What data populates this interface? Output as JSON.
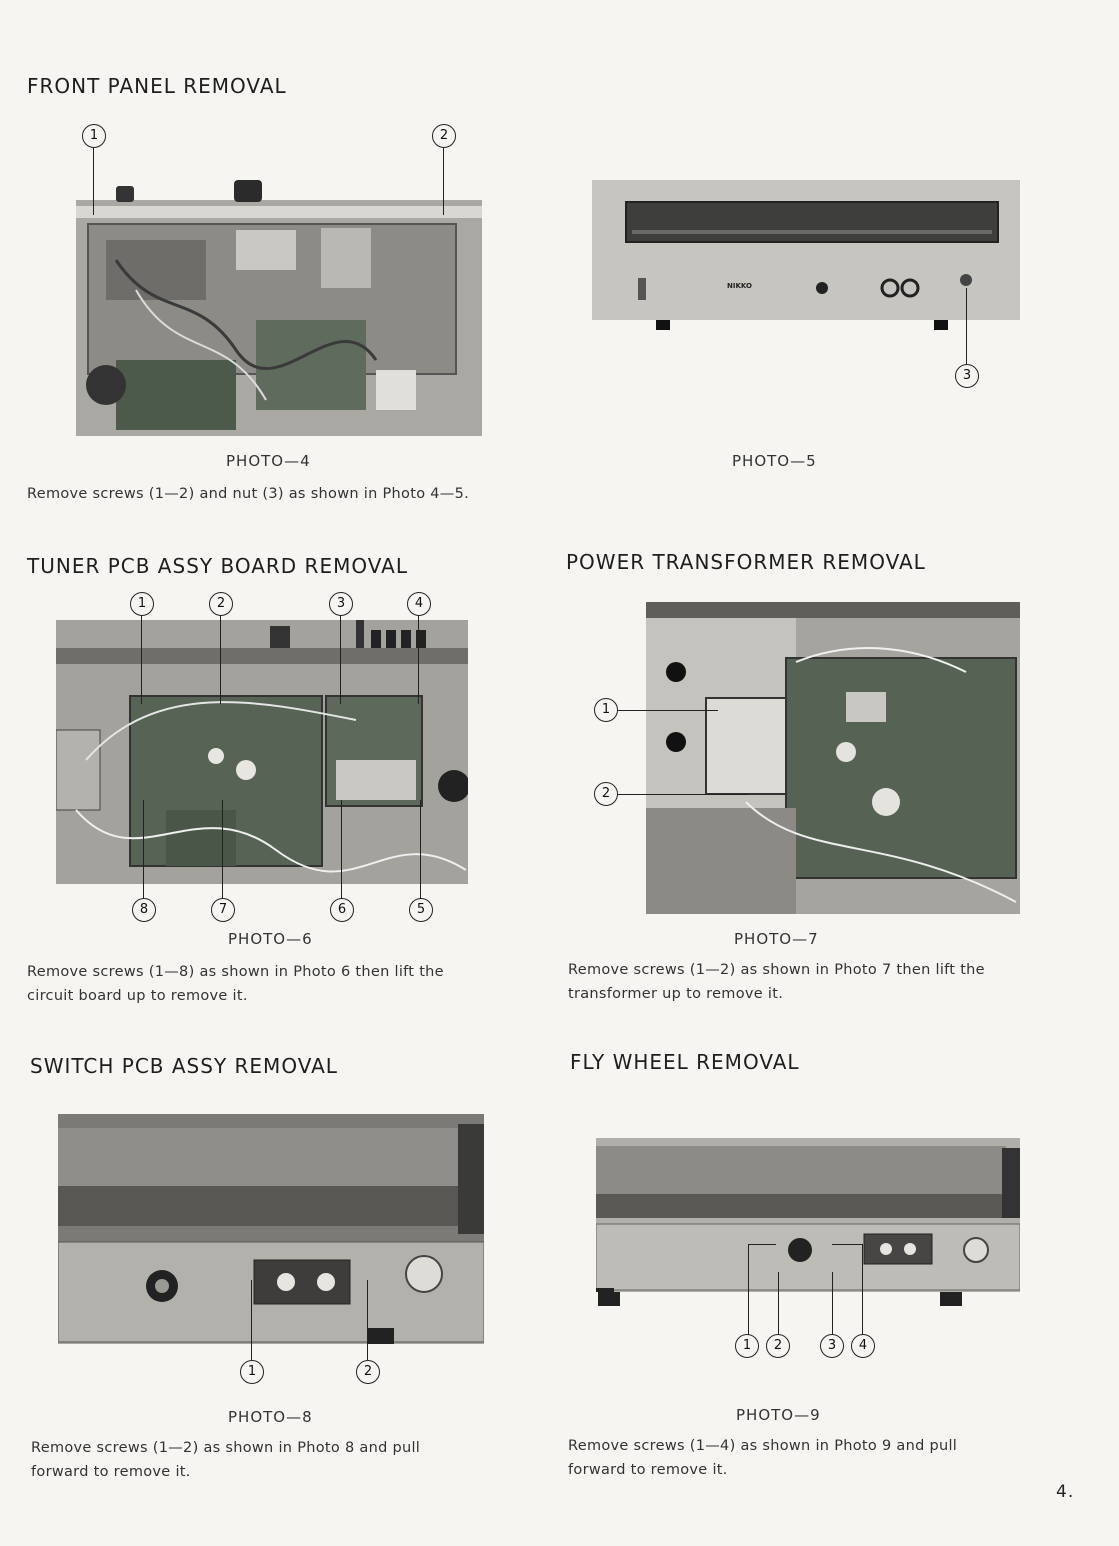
{
  "sections": {
    "front_panel": {
      "heading": "FRONT PANEL REMOVAL",
      "photo4": {
        "caption": "PHOTO—4",
        "callouts": [
          "1",
          "2"
        ]
      },
      "photo5": {
        "caption": "PHOTO—5",
        "callouts": [
          "3"
        ],
        "brand": "NIKKO"
      },
      "instruction": "Remove screws (1—2) and nut (3) as shown in Photo 4—5."
    },
    "tuner_pcb": {
      "heading": "TUNER PCB ASSY BOARD REMOVAL",
      "photo6": {
        "caption": "PHOTO—6",
        "callouts": [
          "1",
          "2",
          "3",
          "4",
          "5",
          "6",
          "7",
          "8"
        ]
      },
      "instruction_line1": "Remove screws (1—8) as shown in Photo 6 then lift the",
      "instruction_line2": "circuit board up to remove it."
    },
    "power_transformer": {
      "heading": "POWER TRANSFORMER REMOVAL",
      "photo7": {
        "caption": "PHOTO—7",
        "callouts": [
          "1",
          "2"
        ]
      },
      "instruction_line1": "Remove screws (1—2) as shown in Photo 7 then lift the",
      "instruction_line2": "transformer up to remove it."
    },
    "switch_pcb": {
      "heading": "SWITCH PCB ASSY REMOVAL",
      "photo8": {
        "caption": "PHOTO—8",
        "callouts": [
          "1",
          "2"
        ]
      },
      "instruction_line1": "Remove screws (1—2) as shown in Photo 8 and pull",
      "instruction_line2": "forward to remove it."
    },
    "fly_wheel": {
      "heading": "FLY WHEEL REMOVAL",
      "photo9": {
        "caption": "PHOTO—9",
        "callouts": [
          "1",
          "2",
          "3",
          "4"
        ]
      },
      "instruction_line1": "Remove screws (1—4) as shown in Photo 9 and pull",
      "instruction_line2": "forward to remove it."
    }
  },
  "page_number": "4."
}
